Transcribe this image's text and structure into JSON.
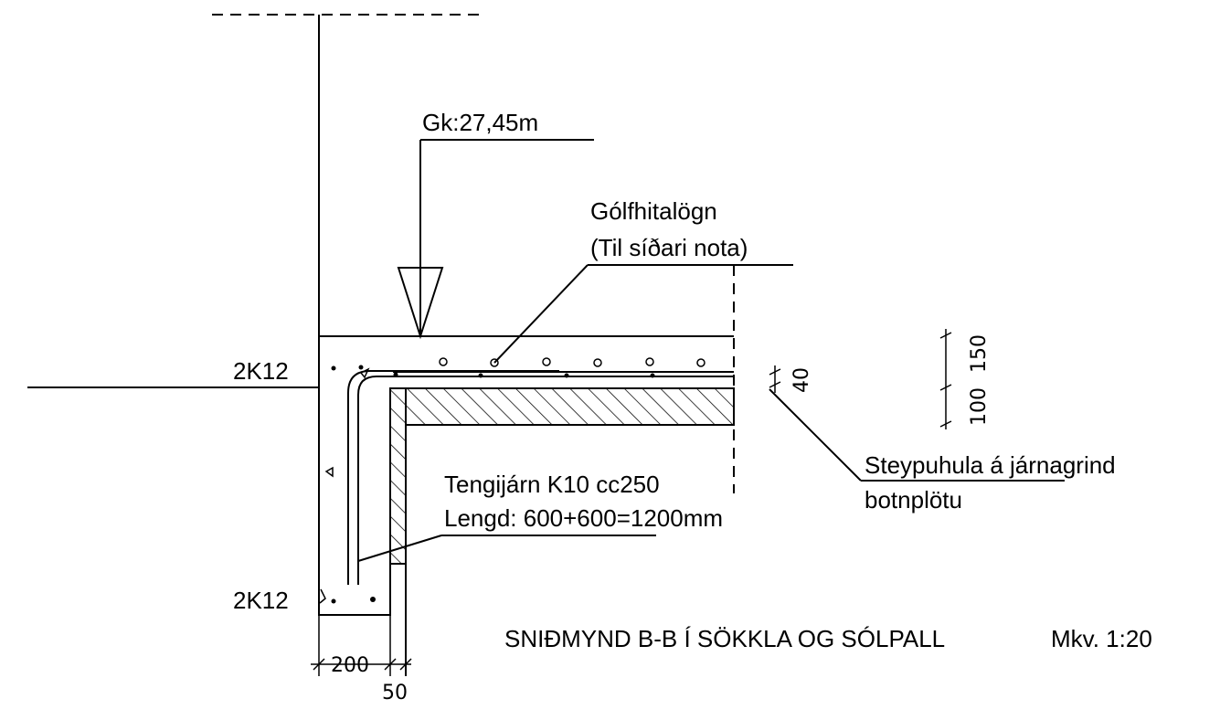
{
  "diagram": {
    "title": "SNIÐMYND B-B Í SÖKKLA OG SÓLPALL",
    "scale": "Mkv.  1:20",
    "level_label": "Gk:27,45m",
    "rebar_top": "2K12",
    "rebar_bottom": "2K12",
    "underfloor_heating_line1": "Gólfhitalögn",
    "underfloor_heating_line2": "(Til síðari nota)",
    "spacer_line1": "Steypuhula á járnagrind",
    "spacer_line2": "botnplötu",
    "connector_line1": "Tengijárn K10 cc250",
    "connector_line2": "Lengd: 600+600=1200mm",
    "dims": {
      "footing_width": "200",
      "insulation_width": "50",
      "cover": "40",
      "slab_upper": "150",
      "slab_lower": "100"
    }
  },
  "colors": {
    "ink": "#000000",
    "paper": "#ffffff"
  }
}
